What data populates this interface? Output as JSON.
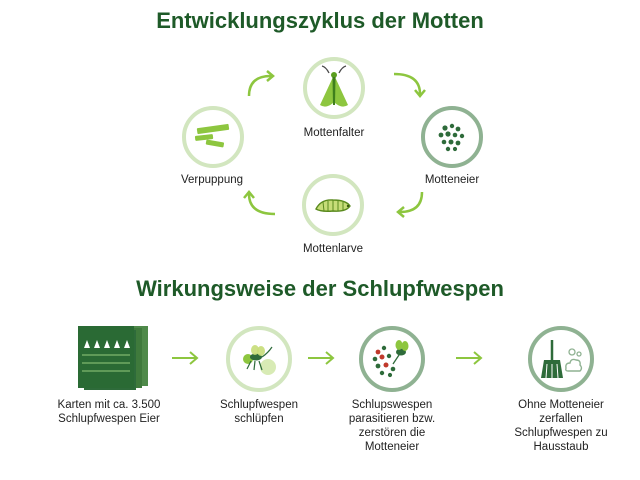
{
  "cycle": {
    "title": "Entwicklungszyklus der Motten",
    "stages": [
      {
        "label": "Mottenfalter",
        "icon": "moth-icon"
      },
      {
        "label": "Motteneier",
        "icon": "eggs-icon"
      },
      {
        "label": "Mottenlarve",
        "icon": "larva-icon"
      },
      {
        "label": "Verpuppung",
        "icon": "pupa-icon"
      }
    ]
  },
  "wasps": {
    "title": "Wirkungsweise der Schlupfwespen",
    "steps": [
      {
        "label": "Karten mit ca. 3.500 Schlupfwespen Eier",
        "icon": "egg-cards-icon"
      },
      {
        "label": "Schlupfwespen schlüpfen",
        "icon": "wasp-hatching-icon"
      },
      {
        "label": "Schlupswespen parasitieren bzw. zerstören die Motteneier",
        "icon": "wasp-parasitizing-icon"
      },
      {
        "label": "Ohne Motteneier zerfallen Schlupfwespen zu Hausstaub",
        "icon": "broom-dust-icon"
      }
    ]
  },
  "colors": {
    "title": "#1e5a28",
    "light_green": "#8dc63f",
    "dark_green": "#2e6b3a",
    "light_ring": "#d2e6bf",
    "dark_ring": "#8fb292"
  }
}
